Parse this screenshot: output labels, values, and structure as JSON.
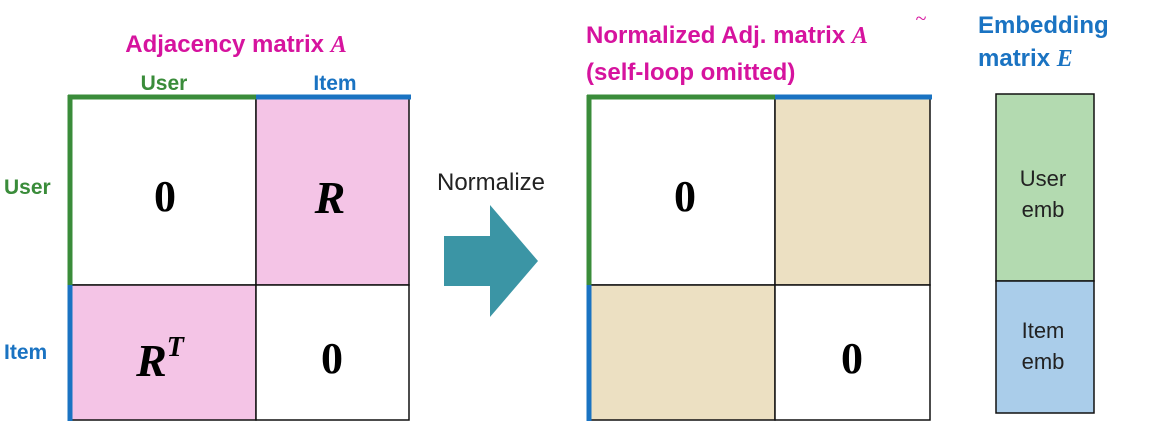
{
  "colors": {
    "title": "#d6139e",
    "user": "#3a8c3a",
    "item": "#1a73c2",
    "pink": "#f4c4e6",
    "beige": "#ece0c2",
    "user_emb": "#b3dab0",
    "item_emb": "#aacdea",
    "arrow": "#3b95a5",
    "grid": "#111111"
  },
  "left_matrix": {
    "title": "Adjacency matrix",
    "title_symbol": "A",
    "col_user": "User",
    "col_item": "Item",
    "row_user": "User",
    "row_item": "Item",
    "cell_uu": "0",
    "cell_ui": "R",
    "cell_iu": "R",
    "cell_iu_sup": "T",
    "cell_ii": "0"
  },
  "arrow": {
    "label": "Normalize",
    "icon": "right-arrow-icon"
  },
  "right_matrix": {
    "title": "Normalized Adj. matrix",
    "title_symbol": "A",
    "title_symbol_accent": "~",
    "subtitle": "(self-loop omitted)",
    "cell_uu": "0",
    "cell_ii": "0"
  },
  "embedding": {
    "title_line1": "Embedding",
    "title_line2": "matrix",
    "title_symbol": "E",
    "user_line1": "User",
    "user_line2": "emb",
    "item_line1": "Item",
    "item_line2": "emb"
  }
}
